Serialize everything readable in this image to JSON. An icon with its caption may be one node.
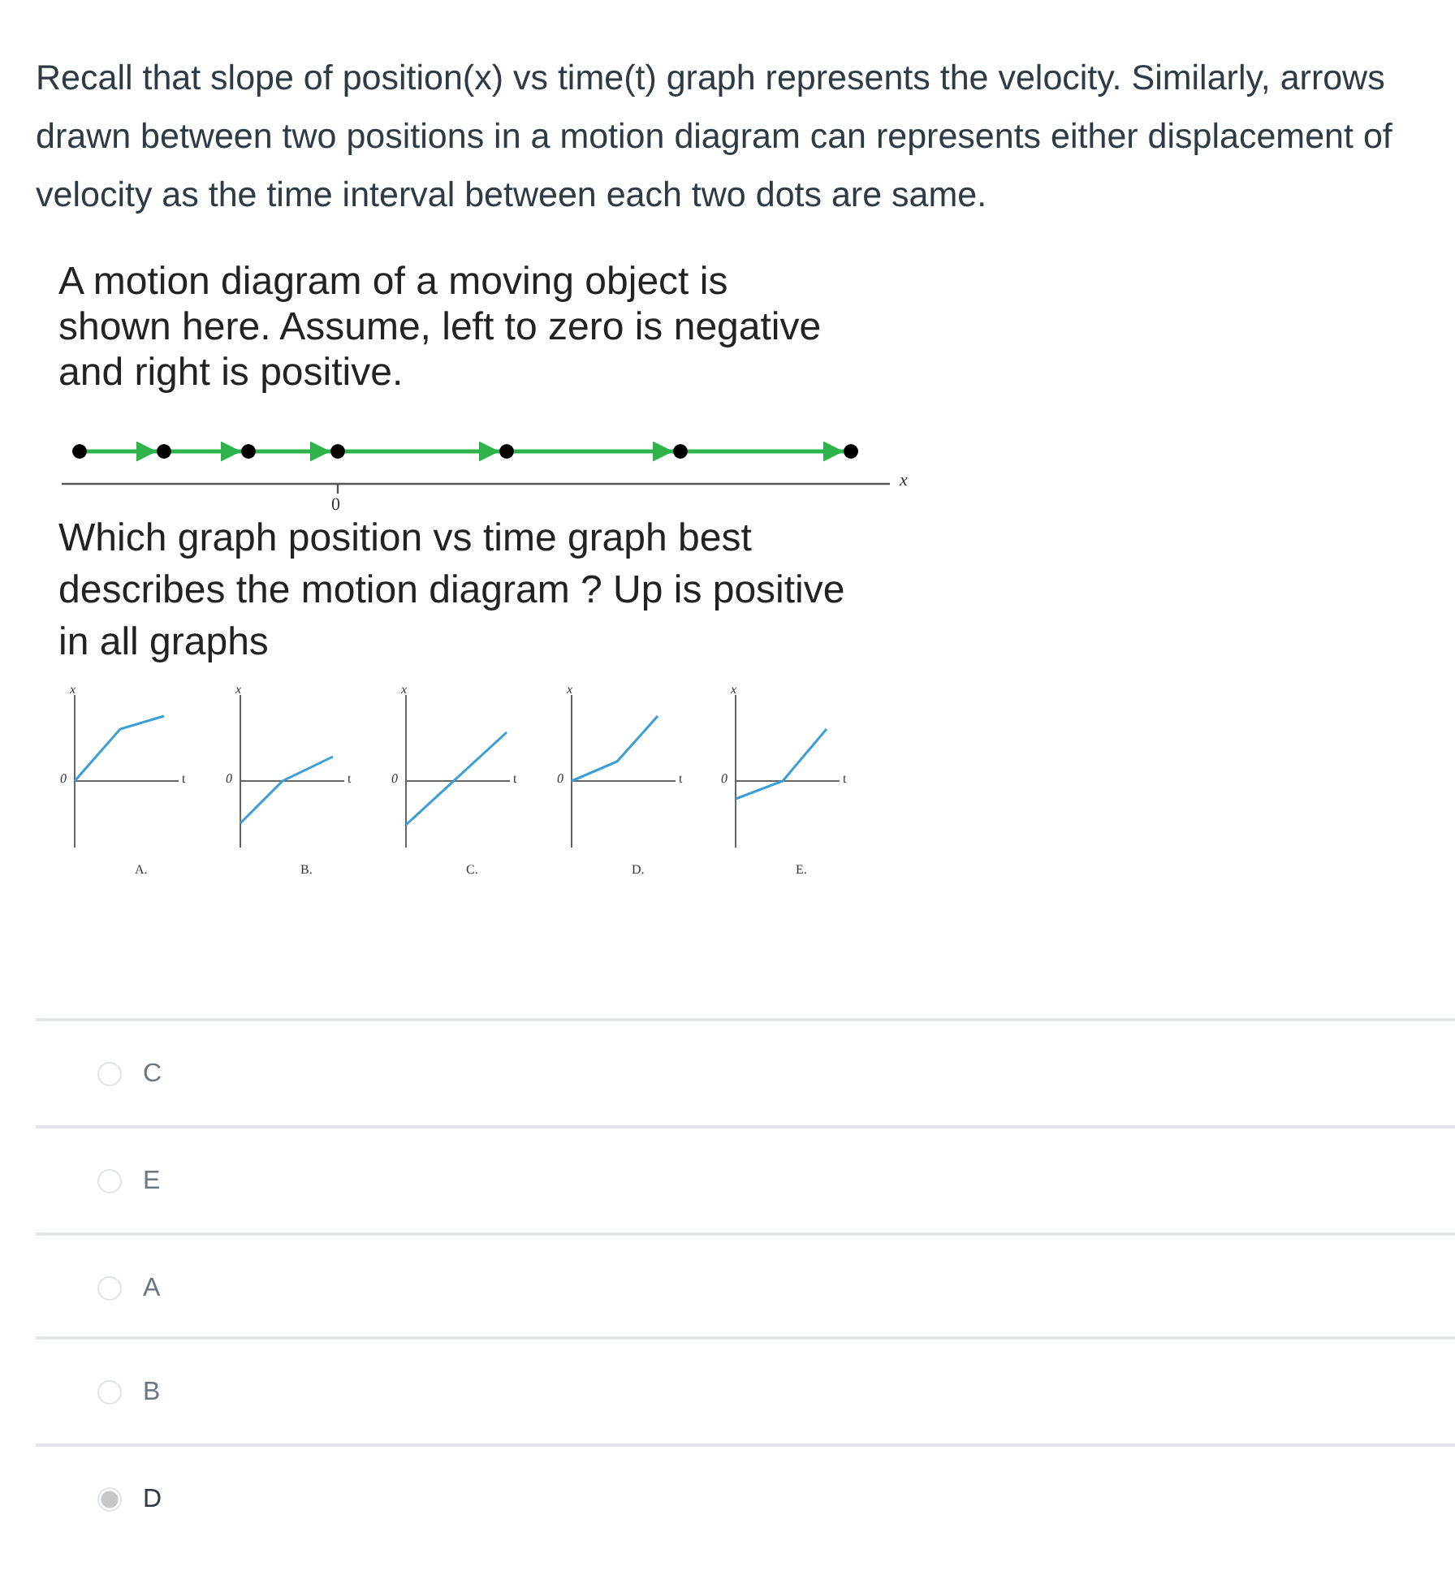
{
  "diagram": {
    "nodes": [
      {
        "text": [],
        "shape": "circle"
      },
      {
        "text": [],
        "shape": "circle"
      },
      {
        "text": [],
        "shape": "circle"
      },
      {
        "text": [],
        "shape": "circle"
      },
      {
        "text": [],
        "shape": "circle"
      },
      {
        "text": [],
        "shape": "circle"
      },
      {
        "text": [],
        "shape": "circle"
      }
    ],
    "edges": [
      {
        "from": 0,
        "to": 1,
        "arrow": "to"
      },
      {
        "from": 1,
        "to": 2,
        "arrow": "to"
      },
      {
        "from": 2,
        "to": 3,
        "arrow": "to"
      },
      {
        "from": 3,
        "to": 4,
        "arrow": "to"
      },
      {
        "from": 4,
        "to": 5,
        "arrow": "to"
      },
      {
        "from": 5,
        "to": 6,
        "arrow": "to"
      }
    ],
    "labels": [
      "Recall that slope of position(x) vs time(t) graph represents the velocity. Similarly, arrows drawn between two positions in a motion diagram can represents either displacement of velocity as the time interval between each two dots are same.",
      "A motion diagram of a moving object is shown here. Assume, left to zero is negative and right is positive.",
      "x",
      "0",
      "Which graph position vs time graph best describes the motion diagram ? Up is positive in all graphs",
      "x",
      "0",
      "t",
      "A.",
      "x",
      "0",
      "t",
      "B.",
      "x",
      "0",
      "t",
      "C.",
      "x",
      "0",
      "t",
      "D.",
      "x",
      "0",
      "t",
      "E.",
      "C",
      "E",
      "A",
      "B",
      "D"
    ]
  }
}
